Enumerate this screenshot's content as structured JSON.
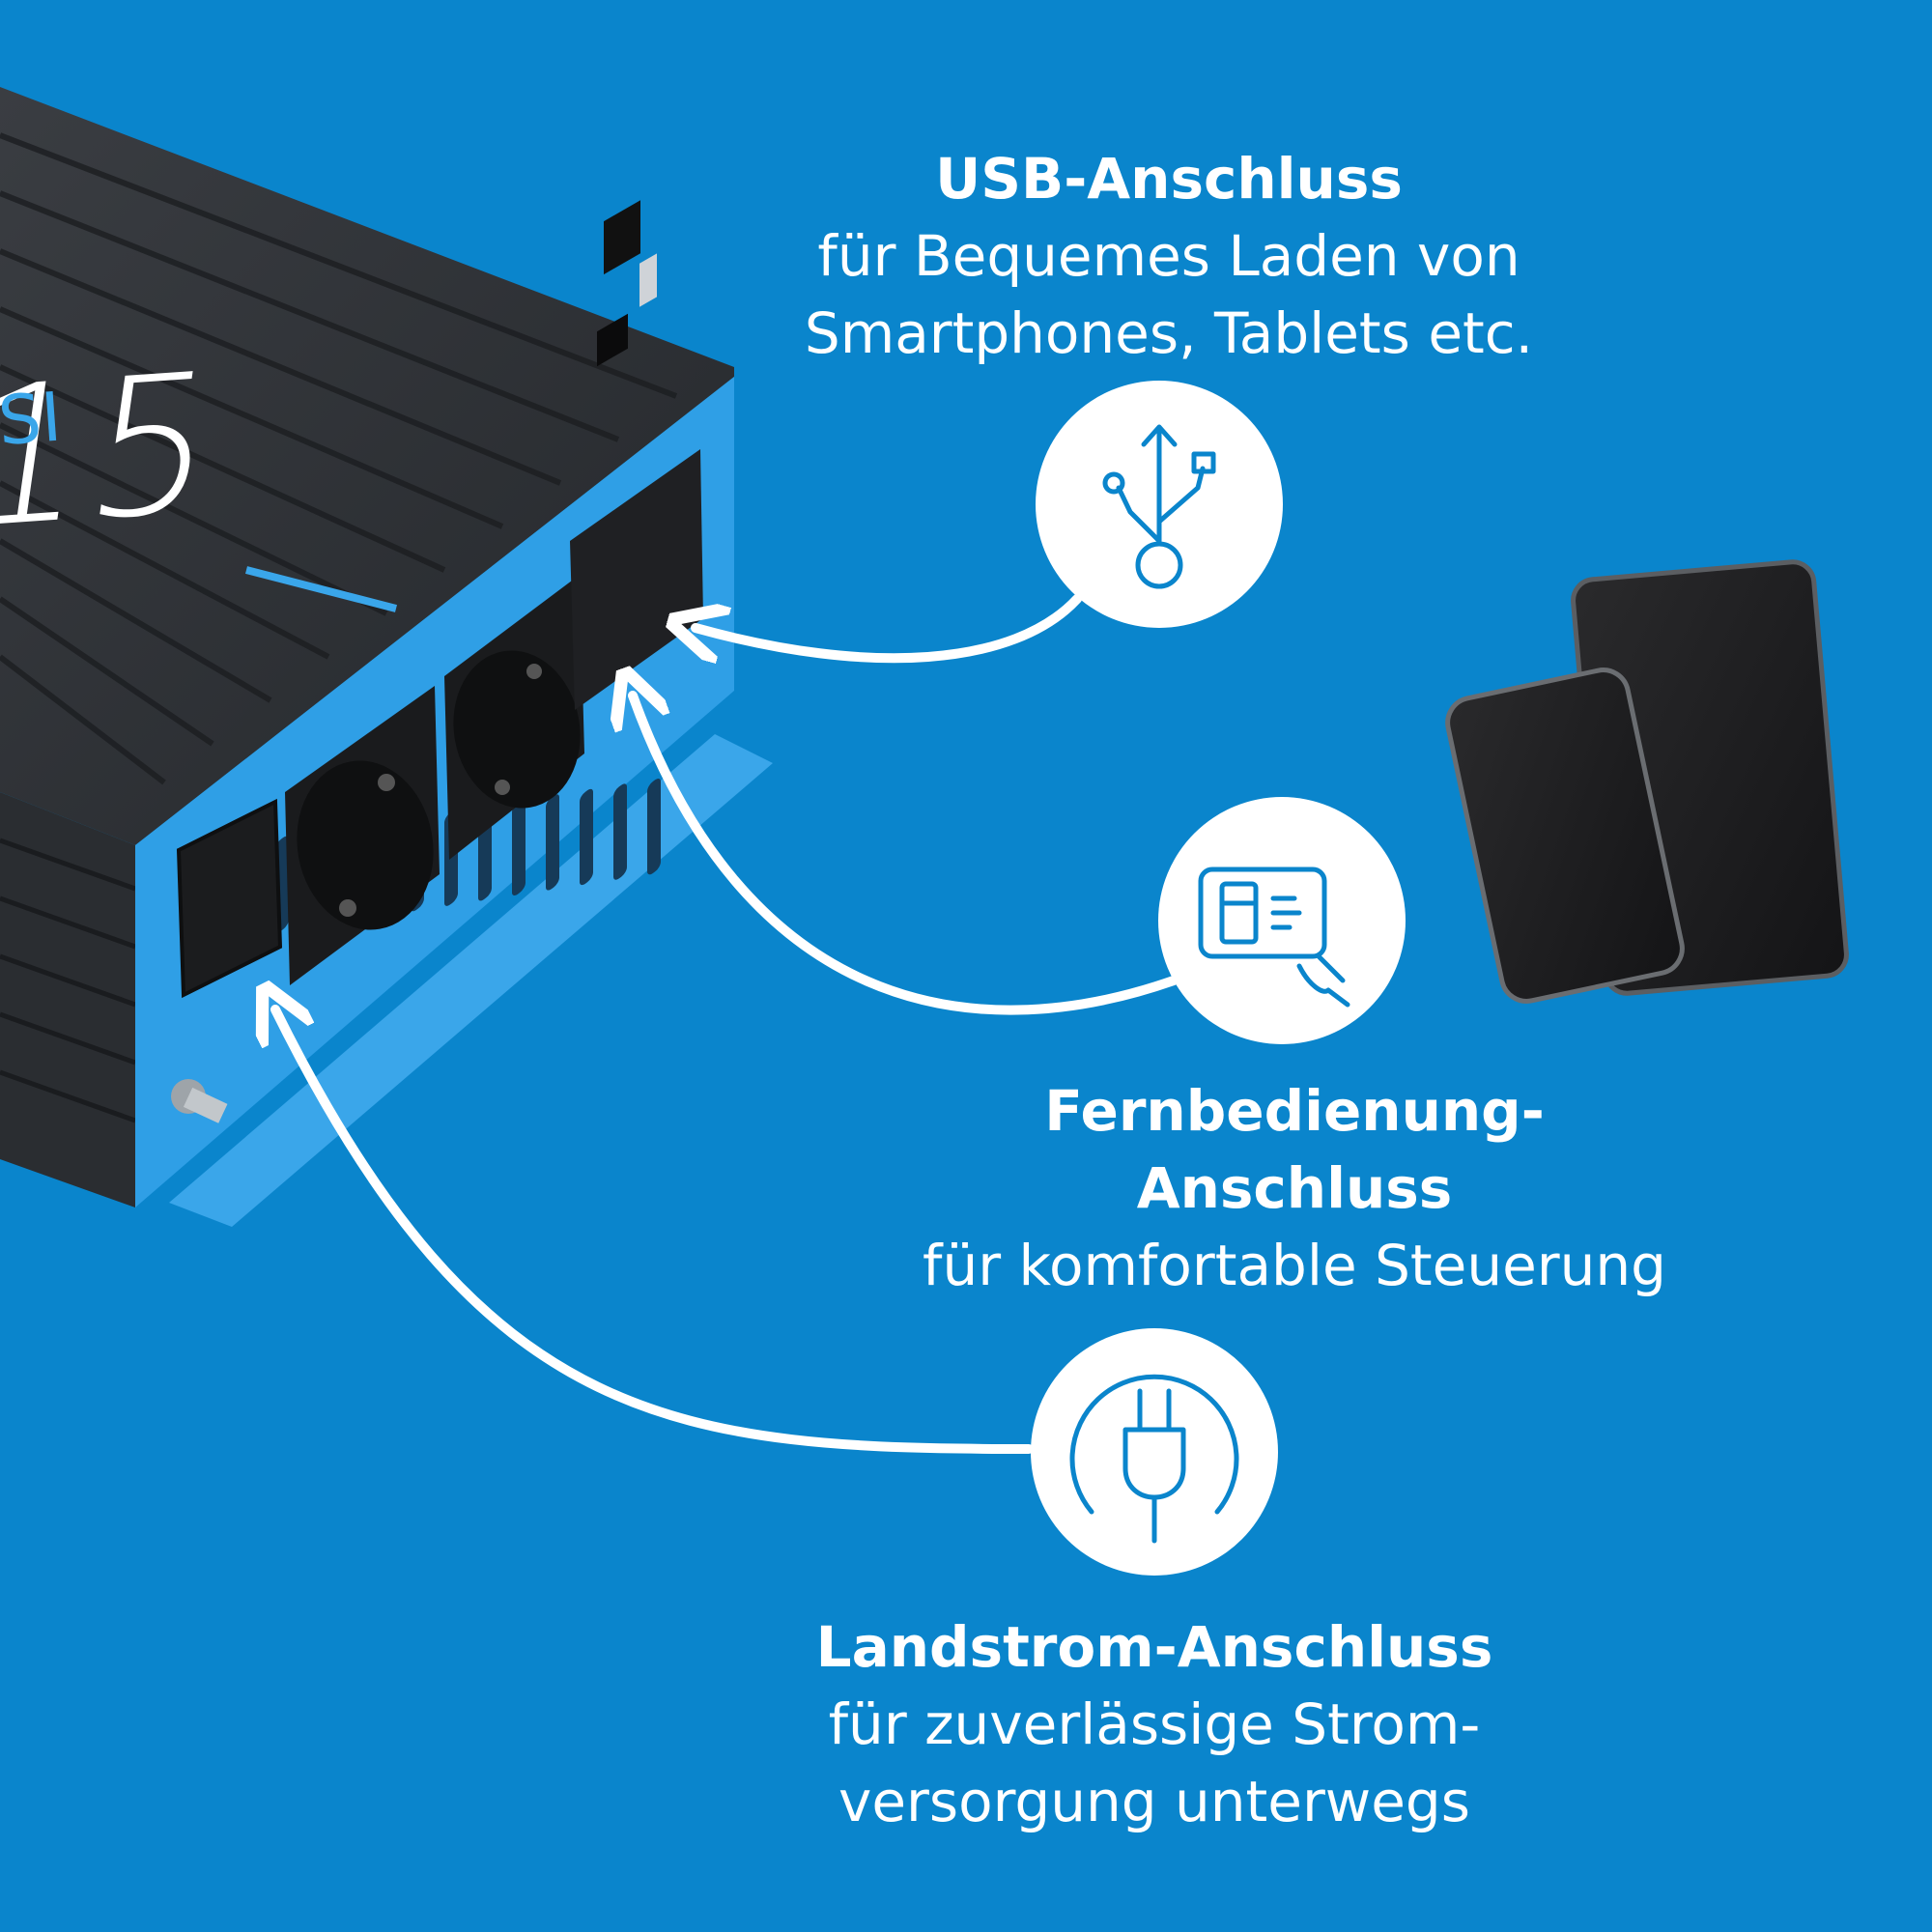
{
  "product": {
    "model_number": "15",
    "logo_fragment": "SI"
  },
  "features": {
    "usb": {
      "title": "USB-Anschluss",
      "line1": "für Bequemes Laden von",
      "line2": "Smartphones, Tablets etc.",
      "icon": "usb-icon"
    },
    "remote": {
      "title1": "Fernbedienung-",
      "title2": "Anschluss",
      "line1": "für komfortable Steuerung",
      "icon": "remote-control-card-icon"
    },
    "shore_power": {
      "title": "Landstrom-Anschluss",
      "line1": "für zuverlässige Strom-",
      "line2": "versorgung unterwegs",
      "icon": "power-plug-icon"
    }
  },
  "colors": {
    "background": "#0a85cc",
    "housing": "#2c2f34",
    "front_panel": "#2f9fe6",
    "text": "#ffffff",
    "icon_stroke": "#0a85cc"
  }
}
